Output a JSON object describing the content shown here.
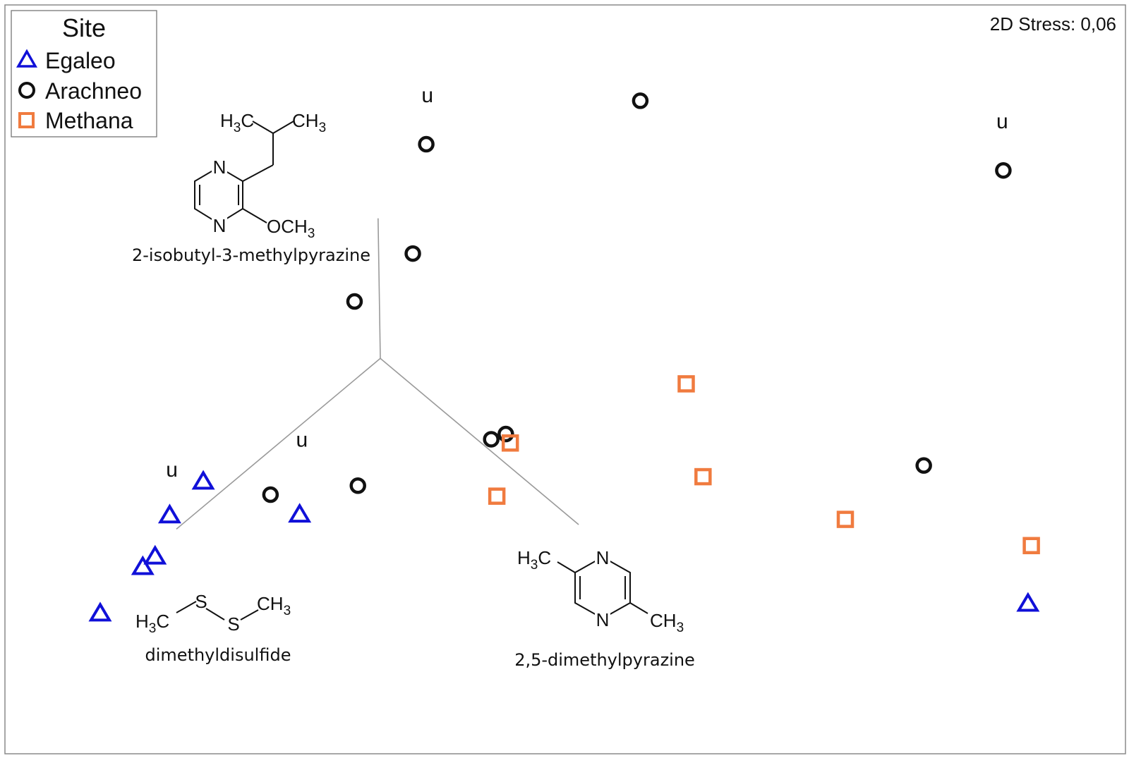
{
  "chart_data": {
    "type": "scatter",
    "title": "",
    "xlabel": "",
    "ylabel": "",
    "xlim": [
      0,
      100
    ],
    "ylim": [
      0,
      100
    ],
    "stress_label": "2D Stress: 0,06",
    "legend": {
      "title": "Site",
      "placement": "top-left",
      "entries": [
        "Egaleo",
        "Arachneo",
        "Methana"
      ]
    },
    "series": [
      {
        "name": "Egaleo",
        "marker": "triangle",
        "color": "#1010d8",
        "points": [
          {
            "x": 17.7,
            "y": 36.4
          },
          {
            "x": 14.7,
            "y": 31.9
          },
          {
            "x": 26.3,
            "y": 32.0
          },
          {
            "x": 13.4,
            "y": 26.4
          },
          {
            "x": 12.3,
            "y": 25.0
          },
          {
            "x": 8.5,
            "y": 18.8
          },
          {
            "x": 91.3,
            "y": 20.1
          }
        ]
      },
      {
        "name": "Arachneo",
        "marker": "circle",
        "color": "#111111",
        "points": [
          {
            "x": 37.6,
            "y": 81.4
          },
          {
            "x": 56.7,
            "y": 87.2
          },
          {
            "x": 89.1,
            "y": 77.9
          },
          {
            "x": 36.4,
            "y": 66.8
          },
          {
            "x": 31.2,
            "y": 60.4
          },
          {
            "x": 44.7,
            "y": 42.7
          },
          {
            "x": 43.4,
            "y": 42.0
          },
          {
            "x": 31.5,
            "y": 35.8
          },
          {
            "x": 23.7,
            "y": 34.6
          },
          {
            "x": 82.0,
            "y": 38.5
          }
        ]
      },
      {
        "name": "Methana",
        "marker": "square",
        "color": "#f07b3f",
        "points": [
          {
            "x": 60.8,
            "y": 49.4
          },
          {
            "x": 45.1,
            "y": 41.5
          },
          {
            "x": 62.3,
            "y": 37.0
          },
          {
            "x": 43.9,
            "y": 34.4
          },
          {
            "x": 75.0,
            "y": 31.3
          },
          {
            "x": 91.6,
            "y": 27.8
          }
        ]
      }
    ],
    "annotations": [
      {
        "text": "u",
        "x": 37.7,
        "y": 87.0
      },
      {
        "text": "u",
        "x": 89.0,
        "y": 83.5
      },
      {
        "text": "u",
        "x": 14.9,
        "y": 37.0
      },
      {
        "text": "u",
        "x": 26.5,
        "y": 41.0
      }
    ],
    "vectors": {
      "origin": {
        "x": 33.5,
        "y": 52.8
      },
      "ends": [
        {
          "x": 33.3,
          "y": 71.5
        },
        {
          "x": 15.3,
          "y": 30.0
        },
        {
          "x": 51.2,
          "y": 30.6
        }
      ]
    },
    "compounds": [
      {
        "name": "2-isobutyl-3-methylpyrazine",
        "atoms": {
          "h3c": "H",
          "h3c_sub": "3",
          "h3c_c": "C",
          "ch3": "CH",
          "ch3_sub": "3",
          "n1": "N",
          "n2": "N",
          "och3": "OCH",
          "och3_sub": "3"
        }
      },
      {
        "name": "dimethyldisulfide",
        "atoms": {
          "h3c": "H",
          "h3c_sub": "3",
          "h3c_c": "C",
          "s1": "S",
          "s2": "S",
          "ch3": "CH",
          "ch3_sub": "3"
        }
      },
      {
        "name": "2,5-dimethylpyrazine",
        "atoms": {
          "h3c": "H",
          "h3c_sub": "3",
          "h3c_c": "C",
          "n1": "N",
          "n2": "N",
          "ch3": "CH",
          "ch3_sub": "3"
        }
      }
    ]
  }
}
